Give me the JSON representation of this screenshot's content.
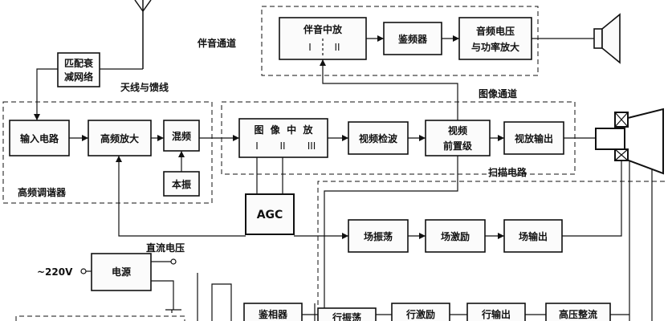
{
  "sections": {
    "tuner": "高频调谐器",
    "audio": "伴音通道",
    "video": "图像通道",
    "scan": "扫描电路",
    "antenna": "天线与馈线",
    "dc": "直流电压"
  },
  "blocks": {
    "match": [
      "匹配衰",
      "减网络"
    ],
    "input": "输入电路",
    "rf_amp": "高频放大",
    "mixer": "混频",
    "local_osc": "本振",
    "if_amp": "图  像  中  放",
    "if_stages": [
      "I",
      "II",
      "III"
    ],
    "sound_if": "伴音中放",
    "sound_if_stages": [
      "I",
      "II"
    ],
    "discriminator": "鉴频器",
    "audio_amp": [
      "音频电压",
      "与功率放大"
    ],
    "video_det": "视频检波",
    "video_pre": [
      "视频",
      "前置级"
    ],
    "video_out": "视放输出",
    "agc": "AGC",
    "power": "电源",
    "v_osc": "场振荡",
    "v_drive": "场激励",
    "v_out": "场输出",
    "phase_det": "鉴相器",
    "h_osc": "行振荡",
    "h_drive": "行激励",
    "h_out": "行输出",
    "hv_rect": "高压整流",
    "mains": "~220V"
  }
}
